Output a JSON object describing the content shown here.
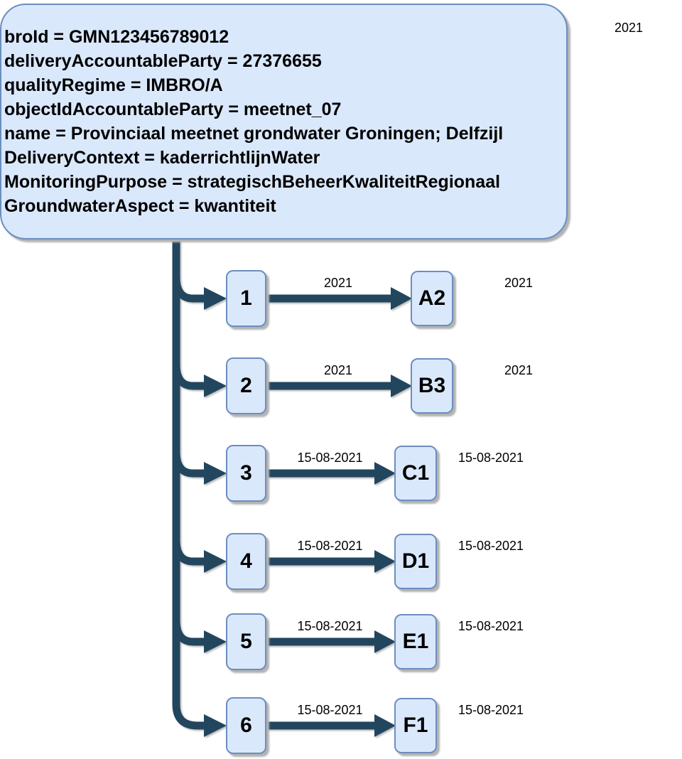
{
  "root": {
    "attributes": [
      "broId = GMN123456789012",
      "deliveryAccountableParty = 27376655",
      "qualityRegime = IMBRO/A",
      "objectIdAccountableParty = meetnet_07",
      "name = Provinciaal meetnet grondwater Groningen; Delfzijl",
      "DeliveryContext = kaderrichtlijnWater",
      "MonitoringPurpose = strategischBeheerKwaliteitRegionaal",
      "GroundwaterAspect = kwantiteit"
    ],
    "year_label": "2021"
  },
  "rows": [
    {
      "id": "1",
      "edge_label": "2021",
      "target": "A2",
      "date_label": "2021"
    },
    {
      "id": "2",
      "edge_label": "2021",
      "target": "B3",
      "date_label": "2021"
    },
    {
      "id": "3",
      "edge_label": "15-08-2021",
      "target": "C1",
      "date_label": "15-08-2021"
    },
    {
      "id": "4",
      "edge_label": "15-08-2021",
      "target": "D1",
      "date_label": "15-08-2021"
    },
    {
      "id": "5",
      "edge_label": "15-08-2021",
      "target": "E1",
      "date_label": "15-08-2021"
    },
    {
      "id": "6",
      "edge_label": "15-08-2021",
      "target": "F1",
      "date_label": "15-08-2021"
    }
  ],
  "colors": {
    "node_fill": "#dae8fc",
    "node_border": "#6c8ebf",
    "connector": "#23465f",
    "text": "#000000"
  }
}
